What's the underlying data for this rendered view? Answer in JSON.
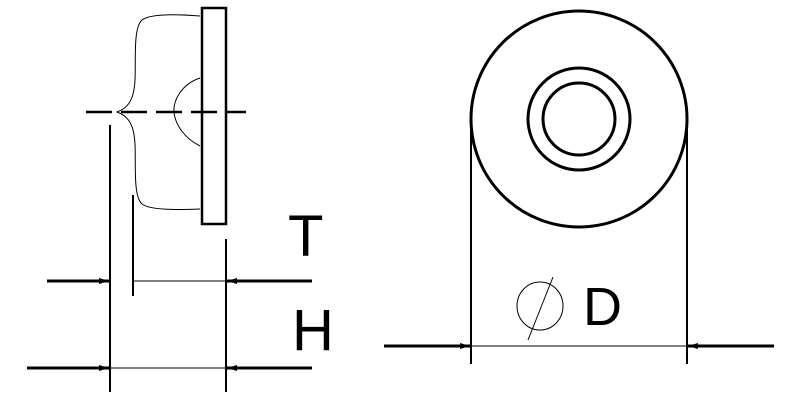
{
  "drawing": {
    "type": "technical dimension drawing",
    "side_view": {
      "dimension_labels": {
        "thickness": "T",
        "height": "H"
      }
    },
    "front_view": {
      "dimension_labels": {
        "diameter_symbol": "⌀",
        "diameter": "D"
      }
    }
  },
  "colors": {
    "line": "#000000",
    "background": "#ffffff"
  }
}
